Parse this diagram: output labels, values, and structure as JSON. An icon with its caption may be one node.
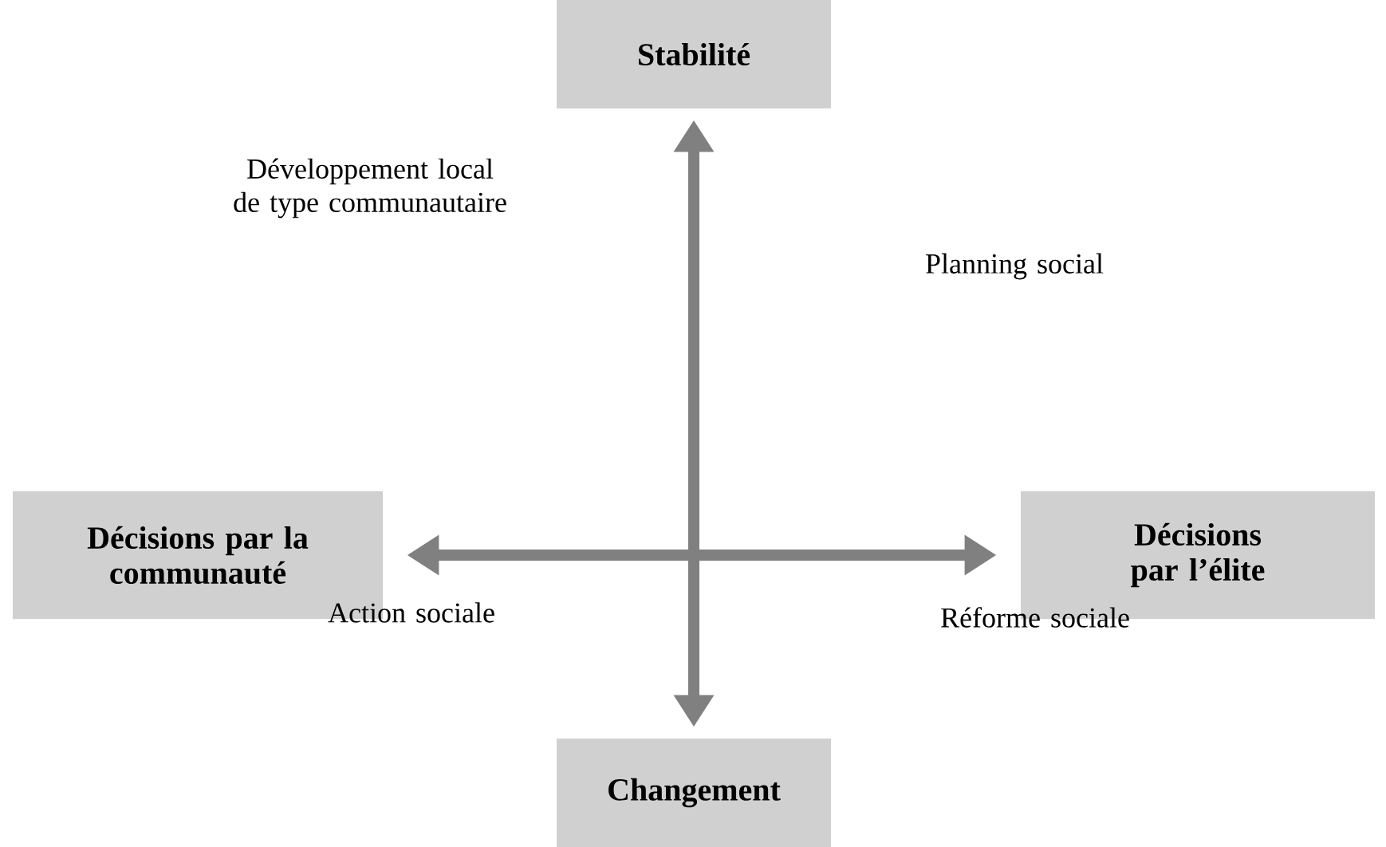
{
  "diagram": {
    "nodes": [
      {
        "text": [
          "Stabilité"
        ]
      },
      {
        "text": [
          "Décisions par la communauté"
        ]
      },
      {
        "text": [
          "Décisions par l’élite"
        ]
      },
      {
        "text": [
          "Changement"
        ]
      }
    ],
    "edges": [
      {
        "from": 0,
        "to": 3,
        "arrow": "both"
      },
      {
        "from": 1,
        "to": 2,
        "arrow": "both"
      }
    ],
    "labels": [
      "Développement local de type communautaire",
      "Planning social",
      "Action sociale",
      "Réforme sociale"
    ]
  }
}
